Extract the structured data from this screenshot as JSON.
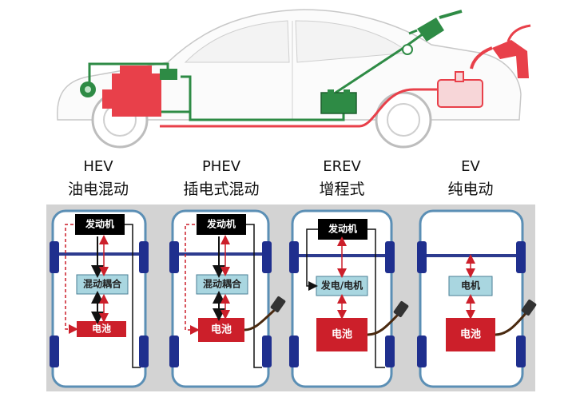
{
  "columns": [
    {
      "name": "HEV",
      "subtitle": "油电混动",
      "engine": "发动机",
      "coupler": "混动耦合",
      "battery": "电池"
    },
    {
      "name": "PHEV",
      "subtitle": "插电式混动",
      "engine": "发动机",
      "coupler": "混动耦合",
      "battery": "电池"
    },
    {
      "name": "EREV",
      "subtitle": "增程式",
      "engine": "发动机",
      "generator": "发电/电机",
      "battery": "电池"
    },
    {
      "name": "EV",
      "subtitle": "纯电动",
      "motor": "电机",
      "battery": "电池"
    }
  ],
  "colors": {
    "panel_bg": "#d3d3d3",
    "car_bg": "#ffffff",
    "car_border": "#5b8fb5",
    "axle": "#2d3b8f",
    "tire": "#1f2f8e",
    "engine_box": "#000000",
    "coupler_box": "#a9d6e0",
    "battery_box": "#cc1f2a",
    "arrow_red": "#cc1f2a",
    "arrow_black": "#111111",
    "car_red": "#e8404a",
    "car_green": "#2e8b45"
  }
}
